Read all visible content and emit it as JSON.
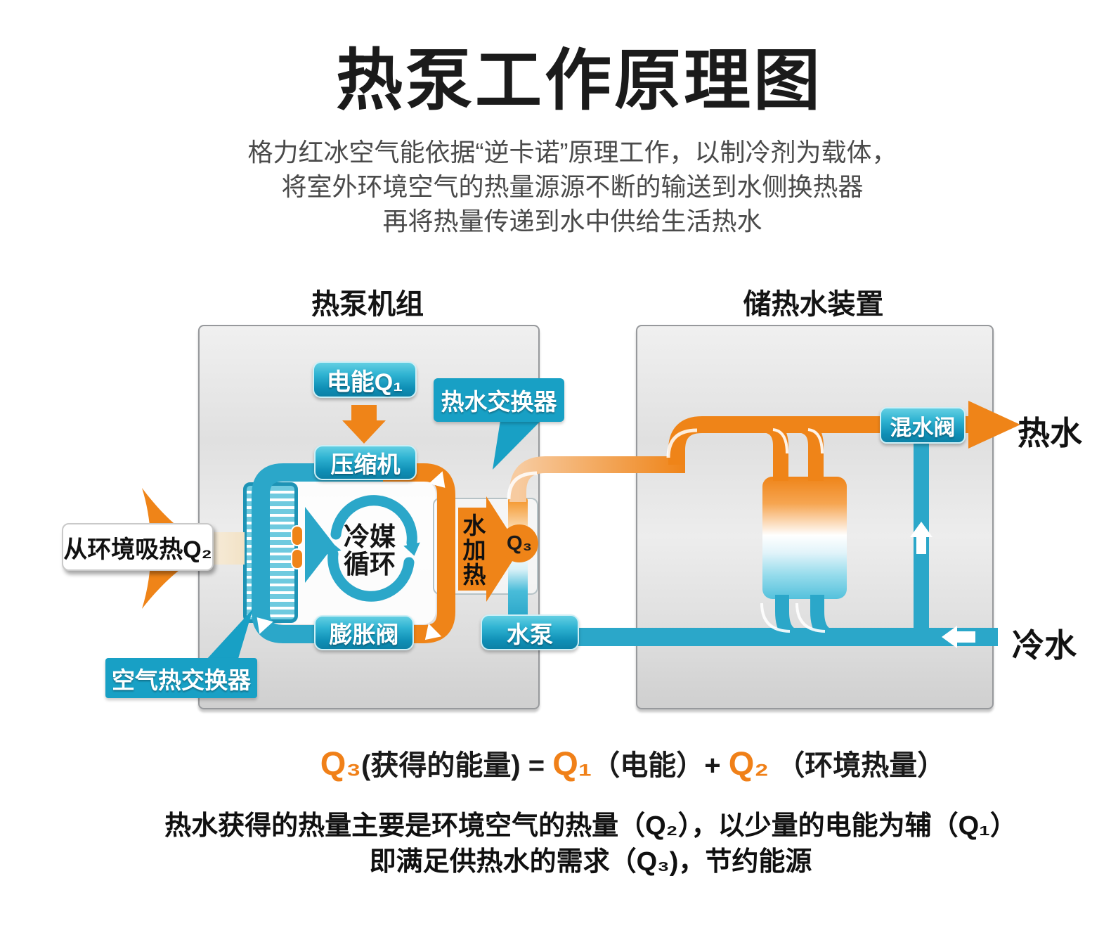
{
  "page": {
    "title": "热泵工作原理图"
  },
  "subtitle": {
    "line1": "格力红冰空气能依据“逆卡诺”原理工作，以制冷剂为载体，",
    "line2": "将室外环境空气的热量源源不断的输送到水侧换热器",
    "line3": "再将热量传递到水中供给生活热水"
  },
  "heat_pump_unit": {
    "label": "热泵机组",
    "electric_energy": "电能Q₁",
    "compressor": "压缩机",
    "refrigerant_line1": "冷媒",
    "refrigerant_line2": "循环",
    "expansion_valve": "膨胀阀",
    "water_heating": "水加热",
    "q3_badge": "Q₃",
    "hot_water_exchanger": "热水交换器",
    "air_heat_exchanger": "空气热交换器",
    "env_heat_label": "从环境吸热Q₂",
    "water_pump": "水泵"
  },
  "storage_unit": {
    "label": "储热水装置",
    "mixing_valve": "混水阀",
    "hot_water": "热水",
    "cold_water": "冷水"
  },
  "formula": {
    "q3": "Q₃",
    "part1": "(获得的能量) = ",
    "q1": "Q₁",
    "part2": "（电能）+ ",
    "q2": "Q₂",
    "part3": " （环境热量）"
  },
  "footer": {
    "line1": "热水获得的热量主要是环境空气的热量（Q₂），以少量的电能为辅（Q₁）",
    "line2": "即满足供热水的需求（Q₃)，节约能源"
  },
  "colors": {
    "teal_label": "#18a0c5",
    "pipe_cyan": "#2ba7c9",
    "orange": "#ef8418"
  }
}
